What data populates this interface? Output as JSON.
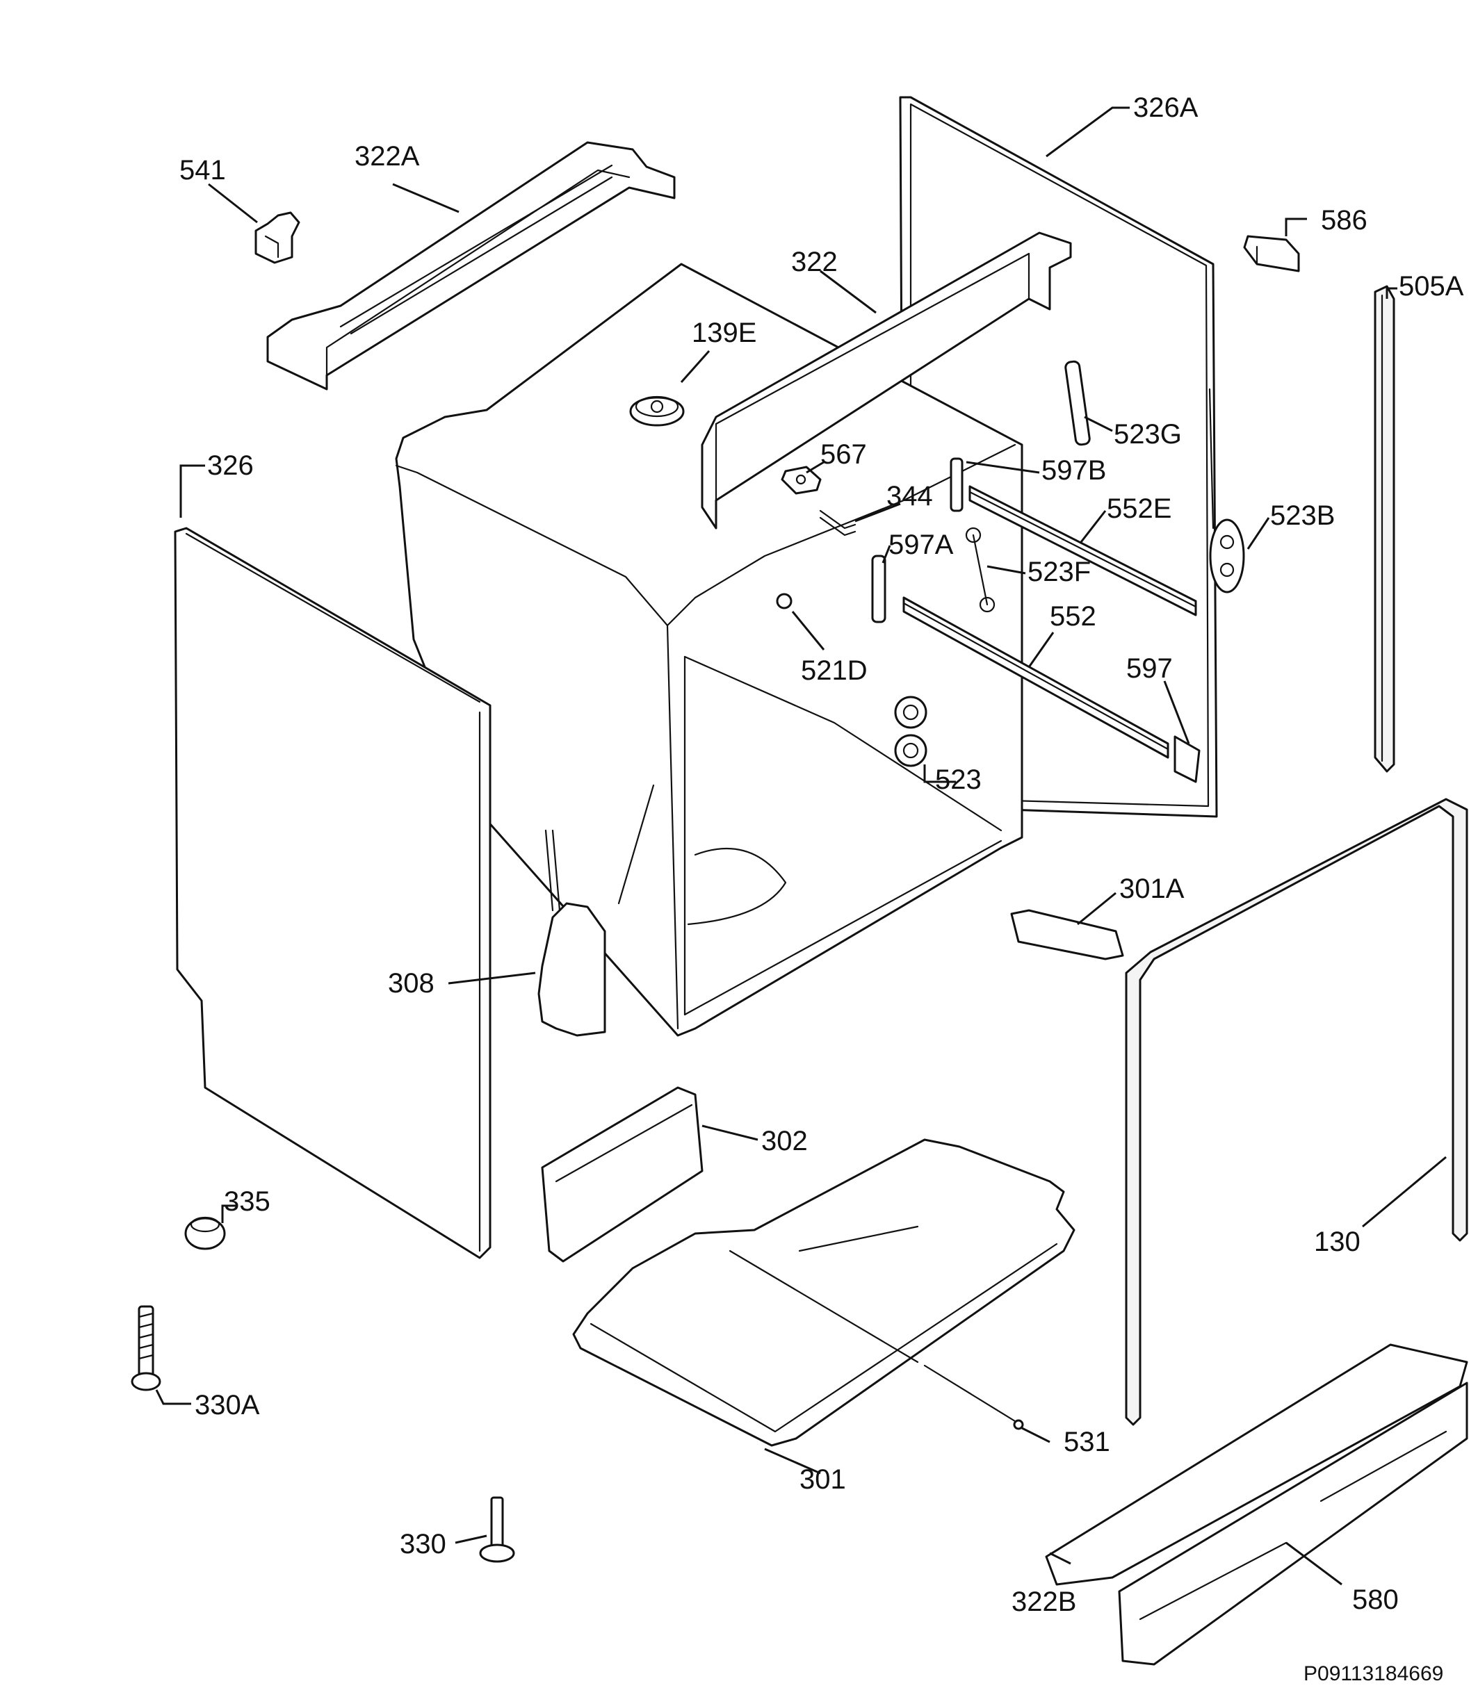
{
  "diagram": {
    "labels": {
      "l326A": "326A",
      "l541": "541",
      "l322A": "322A",
      "l586": "586",
      "l322": "322",
      "l505A": "505A",
      "l139E": "139E",
      "l523G": "523G",
      "l326": "326",
      "l567": "567",
      "l597B": "597B",
      "l344": "344",
      "l552E": "552E",
      "l523B": "523B",
      "l597A": "597A",
      "l523F": "523F",
      "l552": "552",
      "l521D": "521D",
      "l597": "597",
      "l523": "523",
      "l301A": "301A",
      "l308": "308",
      "l302": "302",
      "l335": "335",
      "l130": "130",
      "l330A": "330A",
      "l531": "531",
      "l301": "301",
      "l330": "330",
      "l322B": "322B",
      "l580": "580"
    },
    "document_id": "P09113184669"
  }
}
